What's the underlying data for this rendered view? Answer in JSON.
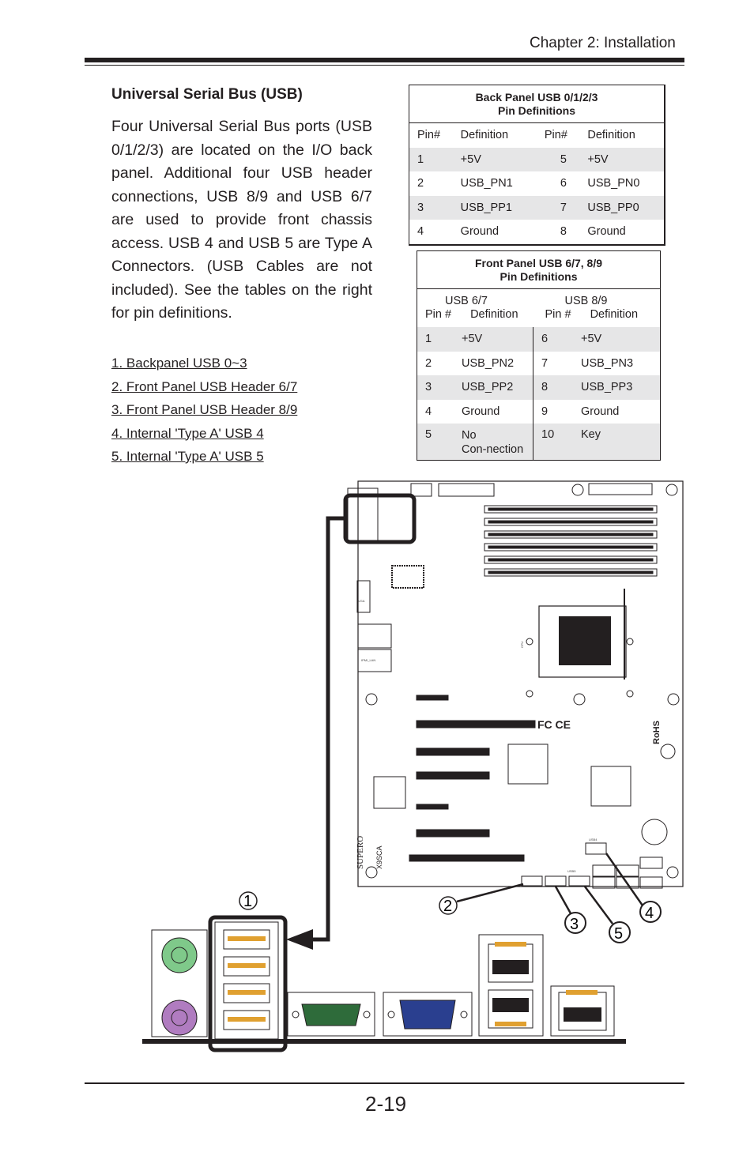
{
  "header": {
    "chapter": "Chapter 2: Installation"
  },
  "section": {
    "title": "Universal Serial Bus (USB)",
    "body": "Four Universal Serial Bus ports (USB 0/1/2/3) are located on the I/O back panel. Additional four USB header connections, USB 8/9 and USB 6/7 are used to provide front chassis access. USB 4 and USB 5 are Type A Connectors. (USB Cables are not included). See the tables on the right for pin definitions."
  },
  "callouts": [
    "1. Backpanel USB 0~3",
    "2. Front Panel USB Header 6/7",
    "3. Front Panel USB Header 8/9",
    "4. Internal 'Type A' USB 4",
    "5. Internal 'Type A' USB 5"
  ],
  "back_panel_table": {
    "caption_line1": "Back Panel USB 0/1/2/3",
    "caption_line2": "Pin Definitions",
    "headers": [
      "Pin#",
      "Definition",
      "Pin#",
      "Definition"
    ],
    "rows": [
      [
        "1",
        "+5V",
        "5",
        "+5V"
      ],
      [
        "2",
        "USB_PN1",
        "6",
        "USB_PN0"
      ],
      [
        "3",
        "USB_PP1",
        "7",
        "USB_PP0"
      ],
      [
        "4",
        "Ground",
        "8",
        "Ground"
      ]
    ]
  },
  "front_panel_table": {
    "caption_line1": "Front Panel USB 6/7, 8/9",
    "caption_line2": "Pin Definitions",
    "group_left": "USB 6/7",
    "group_right": "USB 8/9",
    "headers": [
      "Pin #",
      "Definition",
      "Pin #",
      "Definition"
    ],
    "rows": [
      [
        "1",
        "+5V",
        "6",
        "+5V"
      ],
      [
        "2",
        "USB_PN2",
        "7",
        "USB_PN3"
      ],
      [
        "3",
        "USB_PP2",
        "8",
        "USB_PP3"
      ],
      [
        "4",
        "Ground",
        "9",
        "Ground"
      ],
      [
        "5",
        "No Con-nection",
        "10",
        "Key"
      ]
    ]
  },
  "diagram": {
    "markers": [
      "1",
      "2",
      "3",
      "4",
      "5"
    ],
    "board_labels": {
      "cpu": "CPU",
      "vga": "VGA",
      "ipmi_lan": "IPMI_LAN",
      "model": "X9SCA",
      "brand": "SUPERO",
      "rohs": "RoHS",
      "usb4": "USB4",
      "usb5": "USB5"
    }
  },
  "footer": {
    "page_number": "2-19"
  },
  "colors": {
    "ink": "#231f20",
    "row_shade": "#e6e6e7",
    "ps2_keyboard": "#b07cc0",
    "ps2_mouse": "#7fc98a",
    "com_port": "#2e6b3a",
    "vga_port": "#2a3f8f",
    "connector_orange": "#e0a030"
  }
}
